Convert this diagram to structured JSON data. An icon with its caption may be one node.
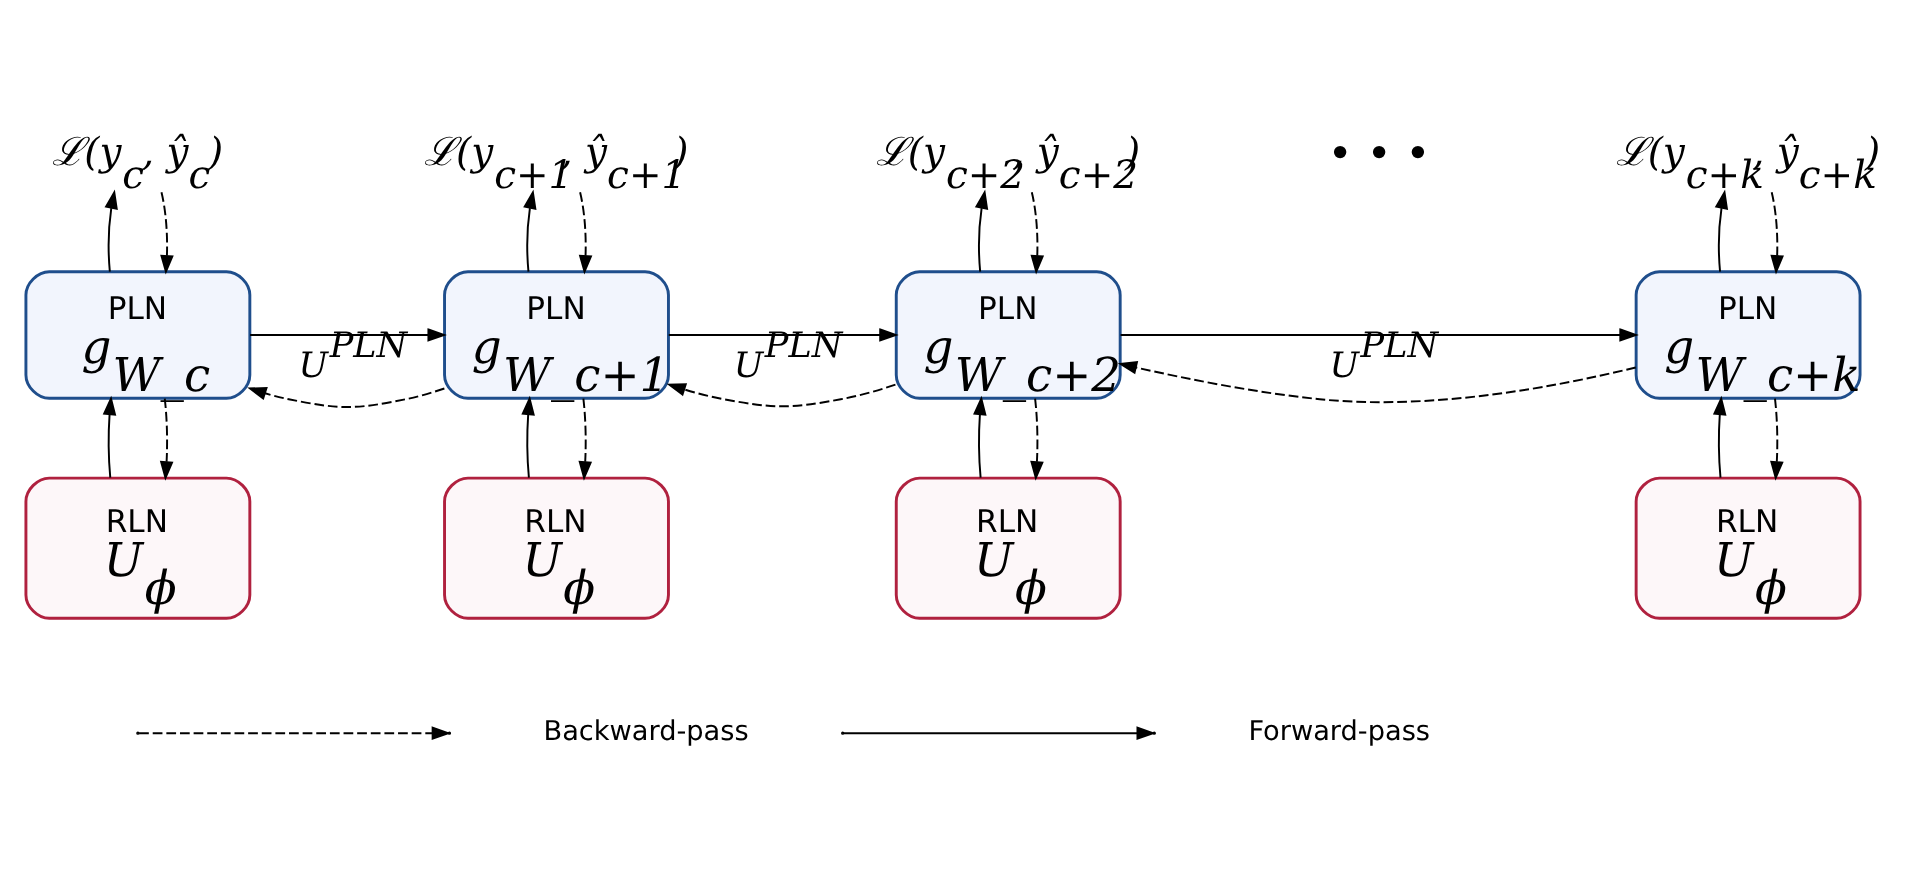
{
  "diagram": {
    "nodes": [
      {
        "text": [
          "ℒ(y$_{c}$, ŷ$_{c}$)"
        ]
      },
      {
        "text": [
          "ℒ(y$_{c+1}$, ŷ$_{c+1}$)"
        ]
      },
      {
        "text": [
          "ℒ(y$_{c+2}$, ŷ$_{c+2}$)"
        ]
      },
      {
        "text": [
          "ℒ(y$_{c+k}$, ŷ$_{c+k}$)"
        ]
      },
      {
        "text": [
          "PLN",
          "g$_{W_c}$"
        ]
      },
      {
        "text": [
          "PLN",
          "g$_{W_c+1}$"
        ]
      },
      {
        "text": [
          "PLN",
          "g$_{W_c+2}$"
        ]
      },
      {
        "text": [
          "PLN",
          "g$_{W_c+k}$"
        ]
      },
      {
        "text": [
          "RLN",
          "U$_{ϕ}$"
        ]
      },
      {
        "text": [
          "RLN",
          "U$_{ϕ}$"
        ]
      },
      {
        "text": [
          "RLN",
          "U$_{ϕ}$"
        ]
      },
      {
        "text": [
          "RLN",
          "U$_{ϕ}$"
        ]
      }
    ],
    "edges": [
      {
        "from": 4,
        "to": 0,
        "arrow": "to"
      },
      {
        "from": 0,
        "to": 4,
        "arrow": "to",
        "style": "dashed"
      },
      {
        "from": 5,
        "to": 1,
        "arrow": "to"
      },
      {
        "from": 1,
        "to": 5,
        "arrow": "to",
        "style": "dashed"
      },
      {
        "from": 6,
        "to": 2,
        "arrow": "to"
      },
      {
        "from": 2,
        "to": 6,
        "arrow": "to",
        "style": "dashed"
      },
      {
        "from": 7,
        "to": 3,
        "arrow": "to"
      },
      {
        "from": 3,
        "to": 7,
        "arrow": "to",
        "style": "dashed"
      },
      {
        "from": 4,
        "to": 5,
        "arrow": "to",
        "label": "U$^{PLN}$"
      },
      {
        "from": 5,
        "to": 4,
        "arrow": "to",
        "style": "dashed"
      },
      {
        "from": 5,
        "to": 6,
        "arrow": "to",
        "label": "U$^{PLN}$"
      },
      {
        "from": 6,
        "to": 5,
        "arrow": "to",
        "style": "dashed"
      },
      {
        "from": 6,
        "to": 7,
        "arrow": "to",
        "label": "U$^{PLN}$"
      },
      {
        "from": 7,
        "to": 6,
        "arrow": "to",
        "style": "dashed"
      },
      {
        "from": 8,
        "to": 4,
        "arrow": "to"
      },
      {
        "from": 4,
        "to": 8,
        "arrow": "to",
        "style": "dashed"
      },
      {
        "from": 9,
        "to": 5,
        "arrow": "to"
      },
      {
        "from": 5,
        "to": 9,
        "arrow": "to",
        "style": "dashed"
      },
      {
        "from": 10,
        "to": 6,
        "arrow": "to"
      },
      {
        "from": 6,
        "to": 10,
        "arrow": "to",
        "style": "dashed"
      },
      {
        "from": 11,
        "to": 7,
        "arrow": "to"
      },
      {
        "from": 7,
        "to": 11,
        "arrow": "to",
        "style": "dashed"
      }
    ],
    "labels": [
      "• • •"
    ],
    "legend": [
      {
        "text": "Backward-pass"
      },
      {
        "text": "Forward-pass"
      }
    ]
  }
}
